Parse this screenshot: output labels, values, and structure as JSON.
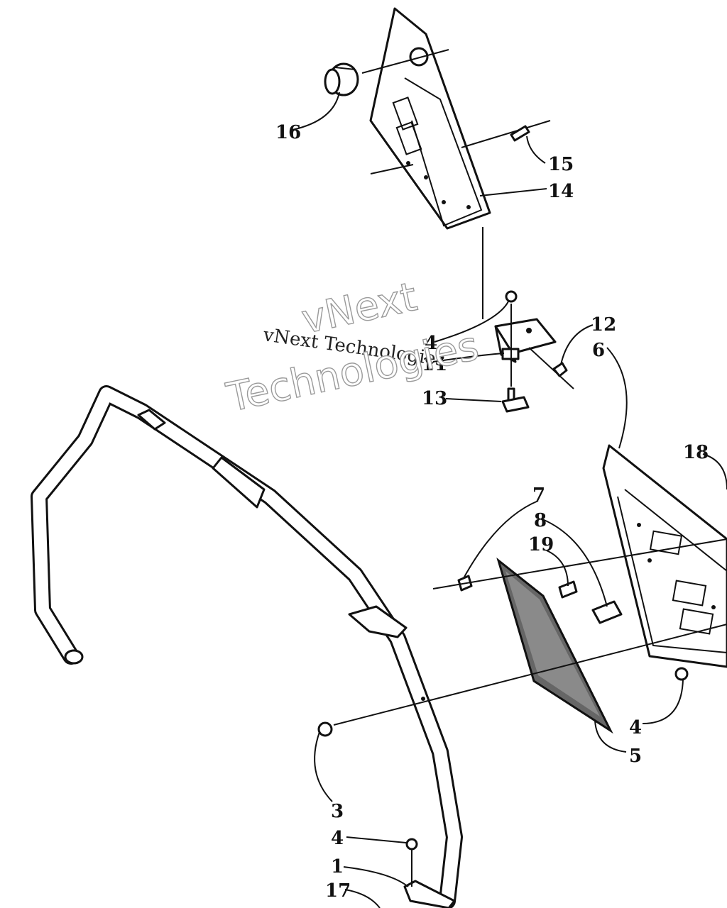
{
  "callouts": {
    "c1": "1",
    "c3": "3",
    "c4a": "4",
    "c4b": "4",
    "c4c": "4",
    "c5": "5",
    "c6": "6",
    "c7": "7",
    "c8": "8",
    "c11": "11",
    "c12": "12",
    "c13": "13",
    "c14": "14",
    "c15": "15",
    "c16": "16",
    "c17": "17",
    "c18": "18",
    "c19": "19"
  },
  "watermark": {
    "line1": "vNext",
    "line2": "vNext Technologies",
    "line3": "Technologies"
  }
}
